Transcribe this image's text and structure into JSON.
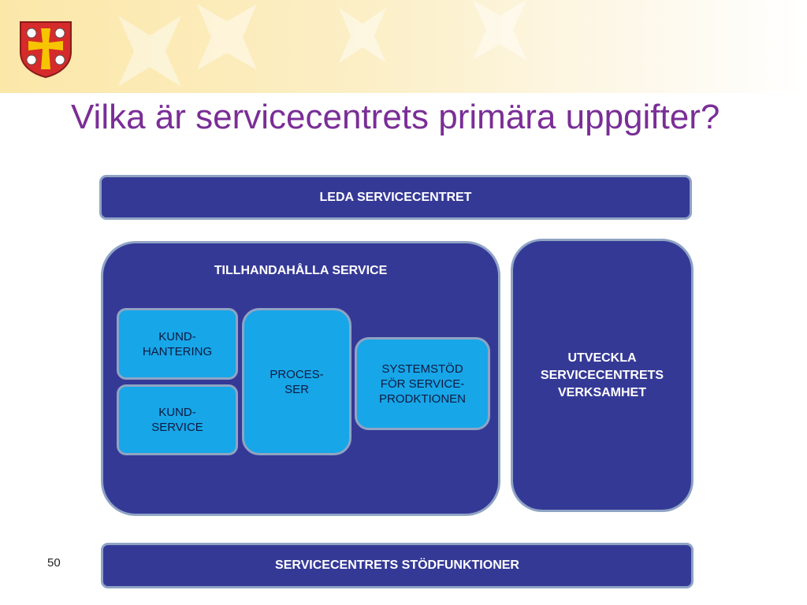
{
  "slide": {
    "title": "Vilka är servicecentrets primära uppgifter?",
    "page_number": "50"
  },
  "diagram": {
    "top_bar": "LEDA SERVICECENTRET",
    "main_group": {
      "label": "TILLHANDAHÅLLA SERVICE",
      "items": [
        {
          "line1": "KUND-",
          "line2": "HANTERING"
        },
        {
          "line1": "KUND-",
          "line2": "SERVICE"
        },
        {
          "line1": "PROCES-",
          "line2": "SER"
        },
        {
          "line1": "SYSTEMSTÖD",
          "line2": "FÖR SERVICE-",
          "line3": "PRODKTIONEN"
        }
      ]
    },
    "side_box": {
      "line1": "UTVECKLA",
      "line2": "SERVICECENTRETS",
      "line3": "VERKSAMHET"
    },
    "bottom_bar": "SERVICECENTRETS STÖDFUNKTIONER"
  },
  "colors": {
    "title": "#7a2e96",
    "box_fill": "#353996",
    "sub_fill": "#17a6e8",
    "border": "#8fa4c4"
  },
  "icons": {
    "logo": "coat-of-arms-icon"
  }
}
